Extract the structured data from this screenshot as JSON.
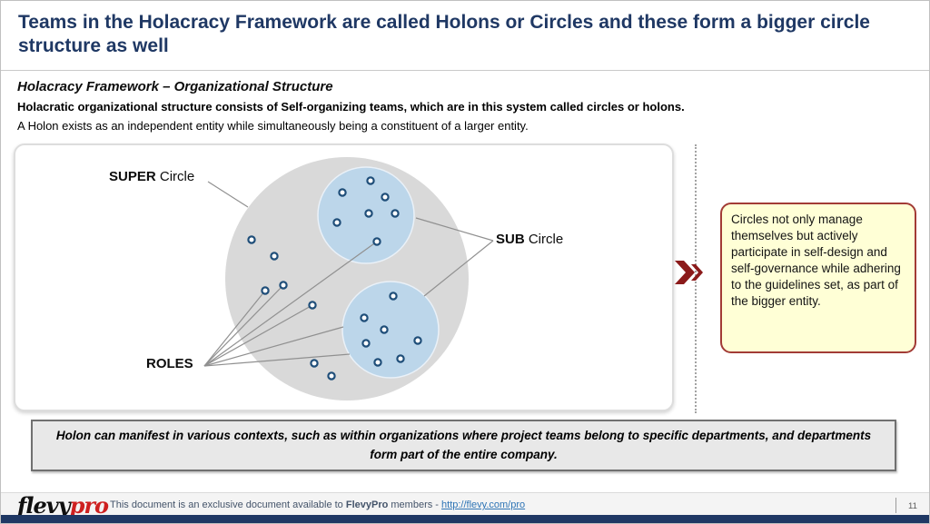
{
  "slide": {
    "title": "Teams in the Holacracy Framework are called Holons or Circles and these form a bigger circle structure as well",
    "subtitle": "Holacracy Framework – Organizational Structure",
    "lead_bold": "Holacratic organizational structure consists of Self-organizing teams, which are in this system called circles or holons.",
    "lead_regular": "A Holon exists as an independent entity while simultaneously being a constituent of a larger entity."
  },
  "diagram": {
    "super_label_bold": "SUPER",
    "super_label_rest": " Circle",
    "sub_label_bold": "SUB",
    "sub_label_rest": " Circle",
    "roles_label": "ROLES"
  },
  "callout": {
    "text": "Circles not only manage themselves but actively participate in self-design and self-governance while adhering to the guidelines set, as part of the bigger entity."
  },
  "bottom_note": {
    "text": "Holon can manifest in various contexts, such as within organizations where project teams belong to specific departments, and departments form part of the entire company."
  },
  "footer": {
    "logo_black": "flevy",
    "logo_red": "pro",
    "text_prefix": "This document is an exclusive document available to ",
    "text_bold": "FlevyPro",
    "text_middle": " members - ",
    "link": "http://flevy.com/pro",
    "page_number": "11"
  },
  "colors": {
    "accent_navy": "#1F3864",
    "chevron_red": "#8B1A1A",
    "callout_border": "#A23B36",
    "callout_bg": "#FFFFD6",
    "super_circle_gray": "#D9D9D9",
    "sub_circle_blue": "#BCD6EA",
    "role_dot_stroke": "#1F4E79",
    "connector_gray": "#909090"
  }
}
